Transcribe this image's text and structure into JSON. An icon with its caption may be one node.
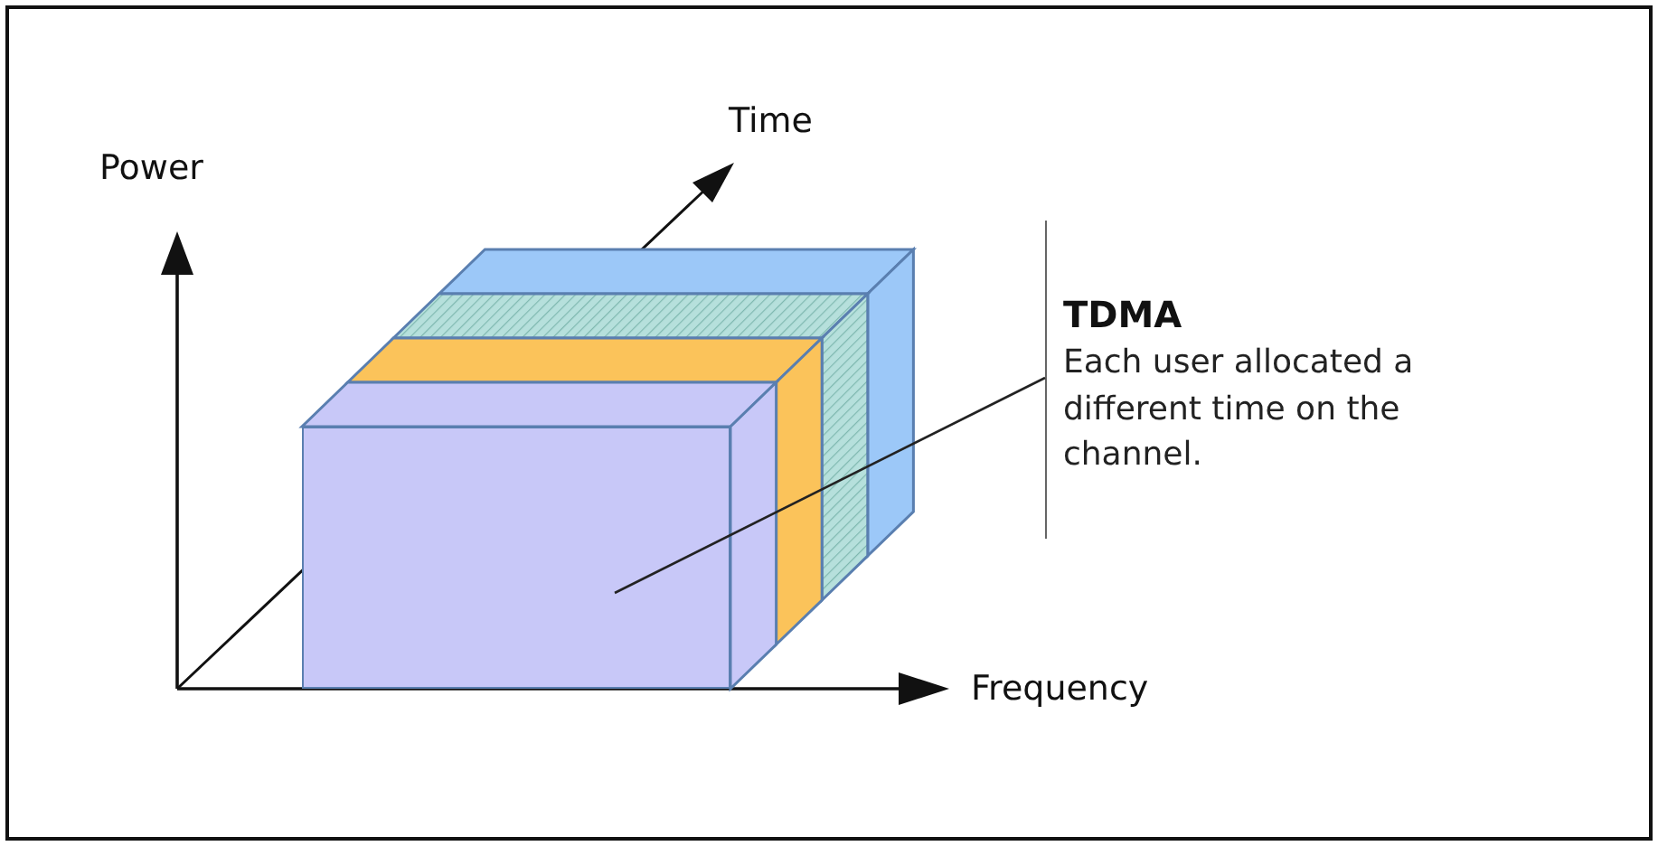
{
  "diagram": {
    "nodes": [
      {
        "text": [
          "TDMA",
          "Each user allocated a different time on the channel."
        ]
      },
      {
        "text": [],
        "shape": "box"
      }
    ],
    "edges": [
      {
        "from": 0,
        "to": 1,
        "arrow": "none"
      }
    ],
    "labels": [
      "Power",
      "Time",
      "Frequency"
    ]
  }
}
